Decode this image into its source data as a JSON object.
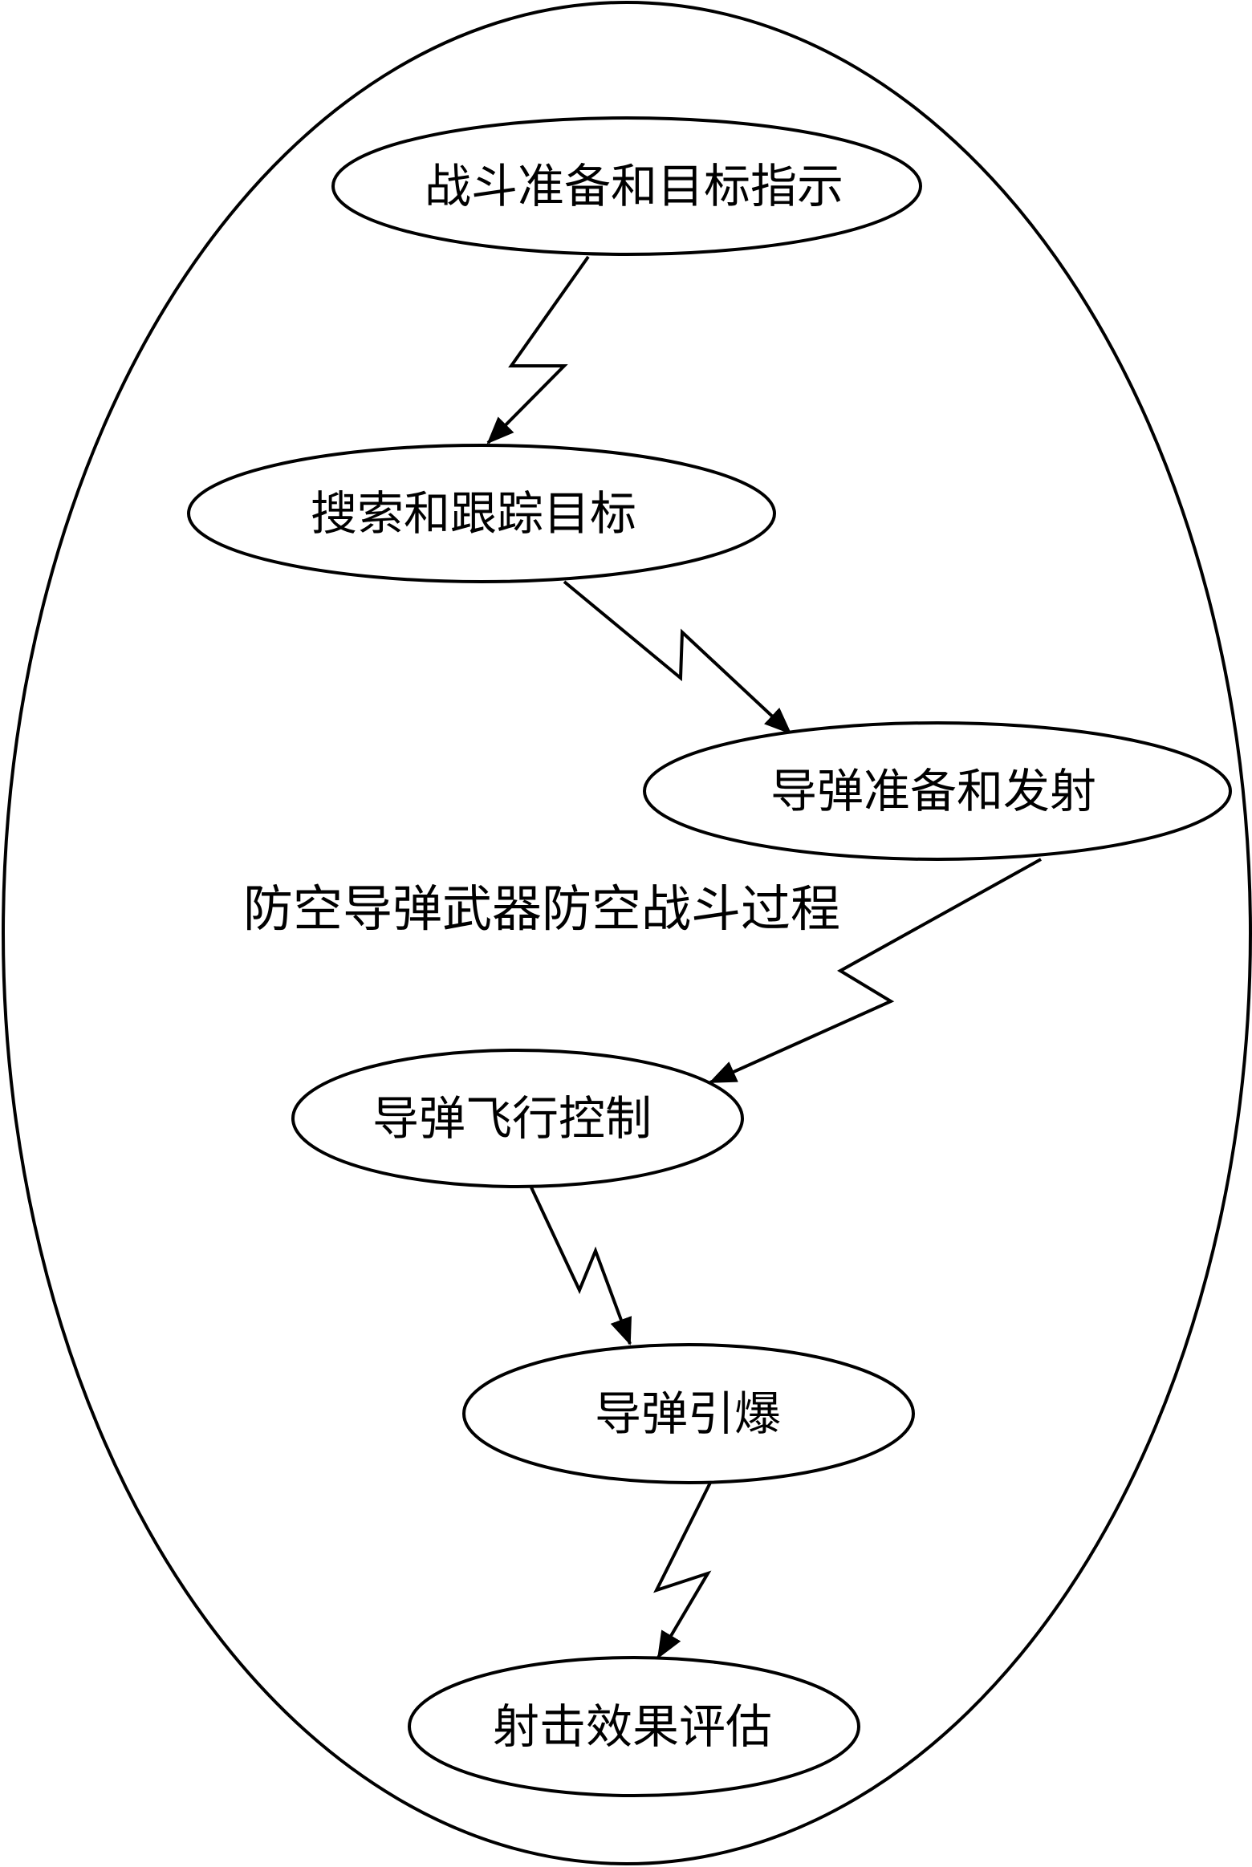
{
  "diagram": {
    "container_label": "防空导弹武器防空战斗过程",
    "nodes": [
      {
        "label": "战斗准备和目标指示"
      },
      {
        "label": "搜索和跟踪目标"
      },
      {
        "label": "导弹准备和发射"
      },
      {
        "label": "导弹飞行控制"
      },
      {
        "label": "导弹引爆"
      },
      {
        "label": "射击效果评估"
      }
    ],
    "edges": [
      {
        "from": "战斗准备和目标指示",
        "to": "搜索和跟踪目标",
        "style": "zigzag-arrow"
      },
      {
        "from": "搜索和跟踪目标",
        "to": "导弹准备和发射",
        "style": "zigzag-arrow"
      },
      {
        "from": "导弹准备和发射",
        "to": "导弹飞行控制",
        "style": "zigzag-arrow"
      },
      {
        "from": "导弹飞行控制",
        "to": "导弹引爆",
        "style": "zigzag-arrow"
      },
      {
        "from": "导弹引爆",
        "to": "射击效果评估",
        "style": "zigzag-arrow"
      }
    ],
    "colors": {
      "stroke": "#000000",
      "background": "#ffffff"
    }
  }
}
